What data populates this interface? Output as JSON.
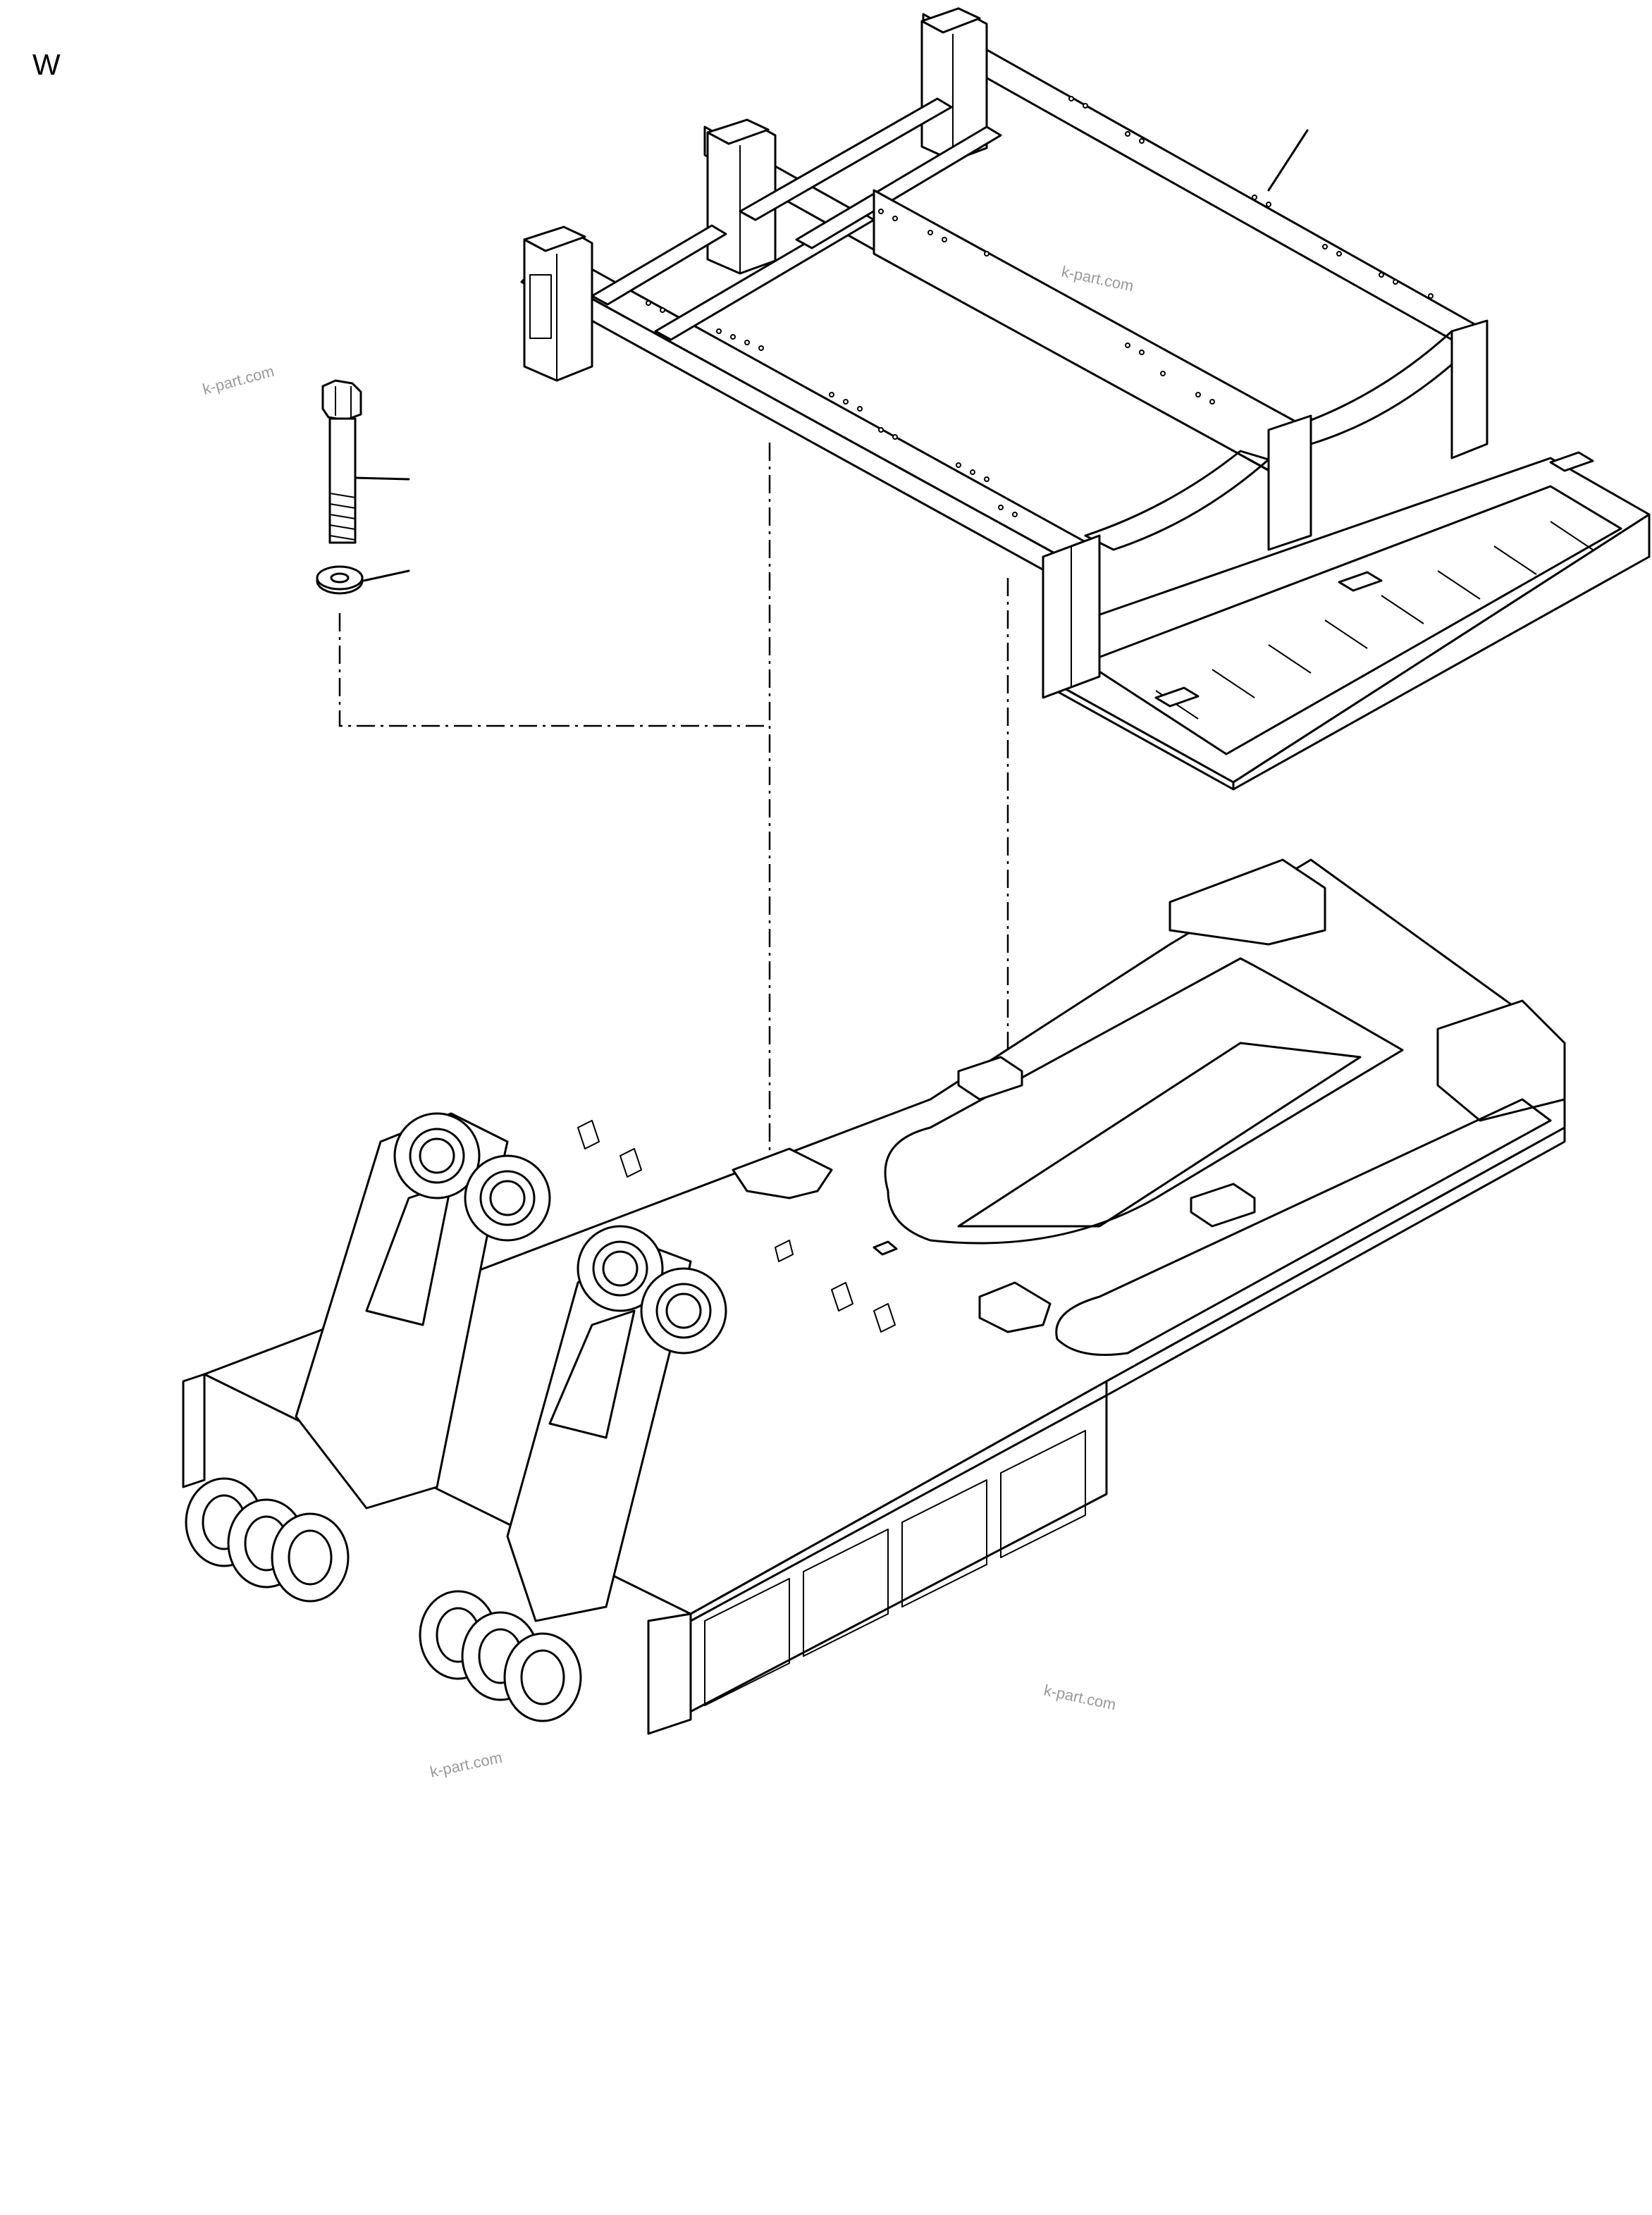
{
  "figure": {
    "corner_label": "W",
    "watermark_text": "k-part.com"
  },
  "parts": [
    {
      "id": "upper-frame",
      "name": "upper frame / counterweight frame"
    },
    {
      "id": "bolt",
      "name": "hex bolt"
    },
    {
      "id": "washer",
      "name": "washer"
    },
    {
      "id": "revolving-frame",
      "name": "revolving frame with boom brackets"
    }
  ],
  "colors": {
    "line": "#000000",
    "background": "#ffffff",
    "watermark": "#9a9a9a"
  }
}
